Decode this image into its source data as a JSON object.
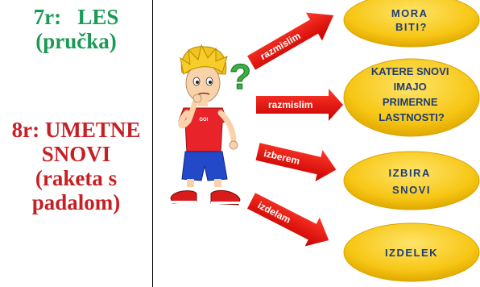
{
  "left": {
    "line1_a": "7r:   LES",
    "line1_b": "(pručka)",
    "line2_a": "8r: UMETNE",
    "line2_b": "SNOVI",
    "line2_c": "(raketa s",
    "line2_d": "padalom)"
  },
  "arrows": [
    {
      "label": "razmislim"
    },
    {
      "label": "razmislim"
    },
    {
      "label": "izberem"
    },
    {
      "label": "izdelam"
    }
  ],
  "bubbles": [
    {
      "lines": [
        "MORA",
        "BITI?"
      ]
    },
    {
      "lines": [
        "KATERE SNOVI",
        "IMAJO",
        "PRIMERNE",
        "LASTNOSTI?"
      ]
    },
    {
      "lines": [
        "IZBIRA",
        "SNOVI"
      ]
    },
    {
      "lines": [
        "IZDELEK"
      ]
    }
  ],
  "figure": {
    "question_mark": "?",
    "shirt_text": "GO!"
  },
  "colors": {
    "green_text": "#1a9a55",
    "red_text": "#c62024",
    "arrow": "#e01010",
    "bubble": "#f7c716",
    "bubble_text": "#1f3d73",
    "question_mark": "#3cb043"
  }
}
